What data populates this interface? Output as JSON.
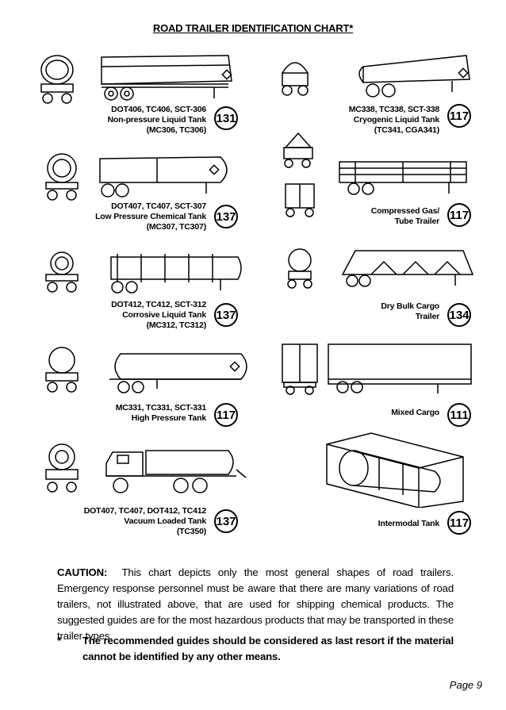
{
  "title": "ROAD TRAILER IDENTIFICATION CHART*",
  "trailers": [
    {
      "lines": [
        "DOT406, TC406, SCT-306",
        "Non-pressure Liquid Tank",
        "(MC306, TC306)"
      ],
      "guide": "131",
      "icon": "non-pressure-liquid-tank-icon"
    },
    {
      "lines": [
        "MC338, TC338, SCT-338",
        "Cryogenic Liquid Tank",
        "(TC341, CGA341)"
      ],
      "guide": "117",
      "icon": "cryogenic-liquid-tank-icon"
    },
    {
      "lines": [
        "DOT407, TC407, SCT-307",
        "Low Pressure Chemical Tank",
        "(MC307, TC307)"
      ],
      "guide": "137",
      "icon": "low-pressure-chemical-tank-icon"
    },
    {
      "lines": [
        "Compressed Gas/",
        "Tube Trailer"
      ],
      "guide": "117",
      "icon": "tube-trailer-icon"
    },
    {
      "lines": [
        "DOT412, TC412, SCT-312",
        "Corrosive Liquid Tank",
        "(MC312, TC312)"
      ],
      "guide": "137",
      "icon": "corrosive-liquid-tank-icon"
    },
    {
      "lines": [
        "Dry Bulk Cargo",
        "Trailer"
      ],
      "guide": "134",
      "icon": "dry-bulk-cargo-trailer-icon"
    },
    {
      "lines": [
        "MC331, TC331, SCT-331",
        "High Pressure Tank"
      ],
      "guide": "117",
      "icon": "high-pressure-tank-icon"
    },
    {
      "lines": [
        "Mixed Cargo"
      ],
      "guide": "111",
      "icon": "mixed-cargo-trailer-icon"
    },
    {
      "lines": [
        "DOT407, TC407, DOT412, TC412",
        "Vacuum Loaded Tank",
        "(TC350)"
      ],
      "guide": "137",
      "icon": "vacuum-loaded-tank-truck-icon"
    },
    {
      "lines": [
        "Intermodal Tank"
      ],
      "guide": "117",
      "icon": "intermodal-tank-icon"
    }
  ],
  "caution": {
    "heading": "CAUTION:",
    "text": "This chart depicts only the most general shapes of road trailers. Emergency response personnel must be aware that there are many variations of road trailers, not illustrated above, that are used for shipping chemical products. The suggested guides are for the most hazardous products that may be transported in these trailer types."
  },
  "footnote": {
    "marker": "*",
    "text": "The recommended guides should be considered as last resort if the material cannot be identified by any other means."
  },
  "page_label": "Page 9"
}
